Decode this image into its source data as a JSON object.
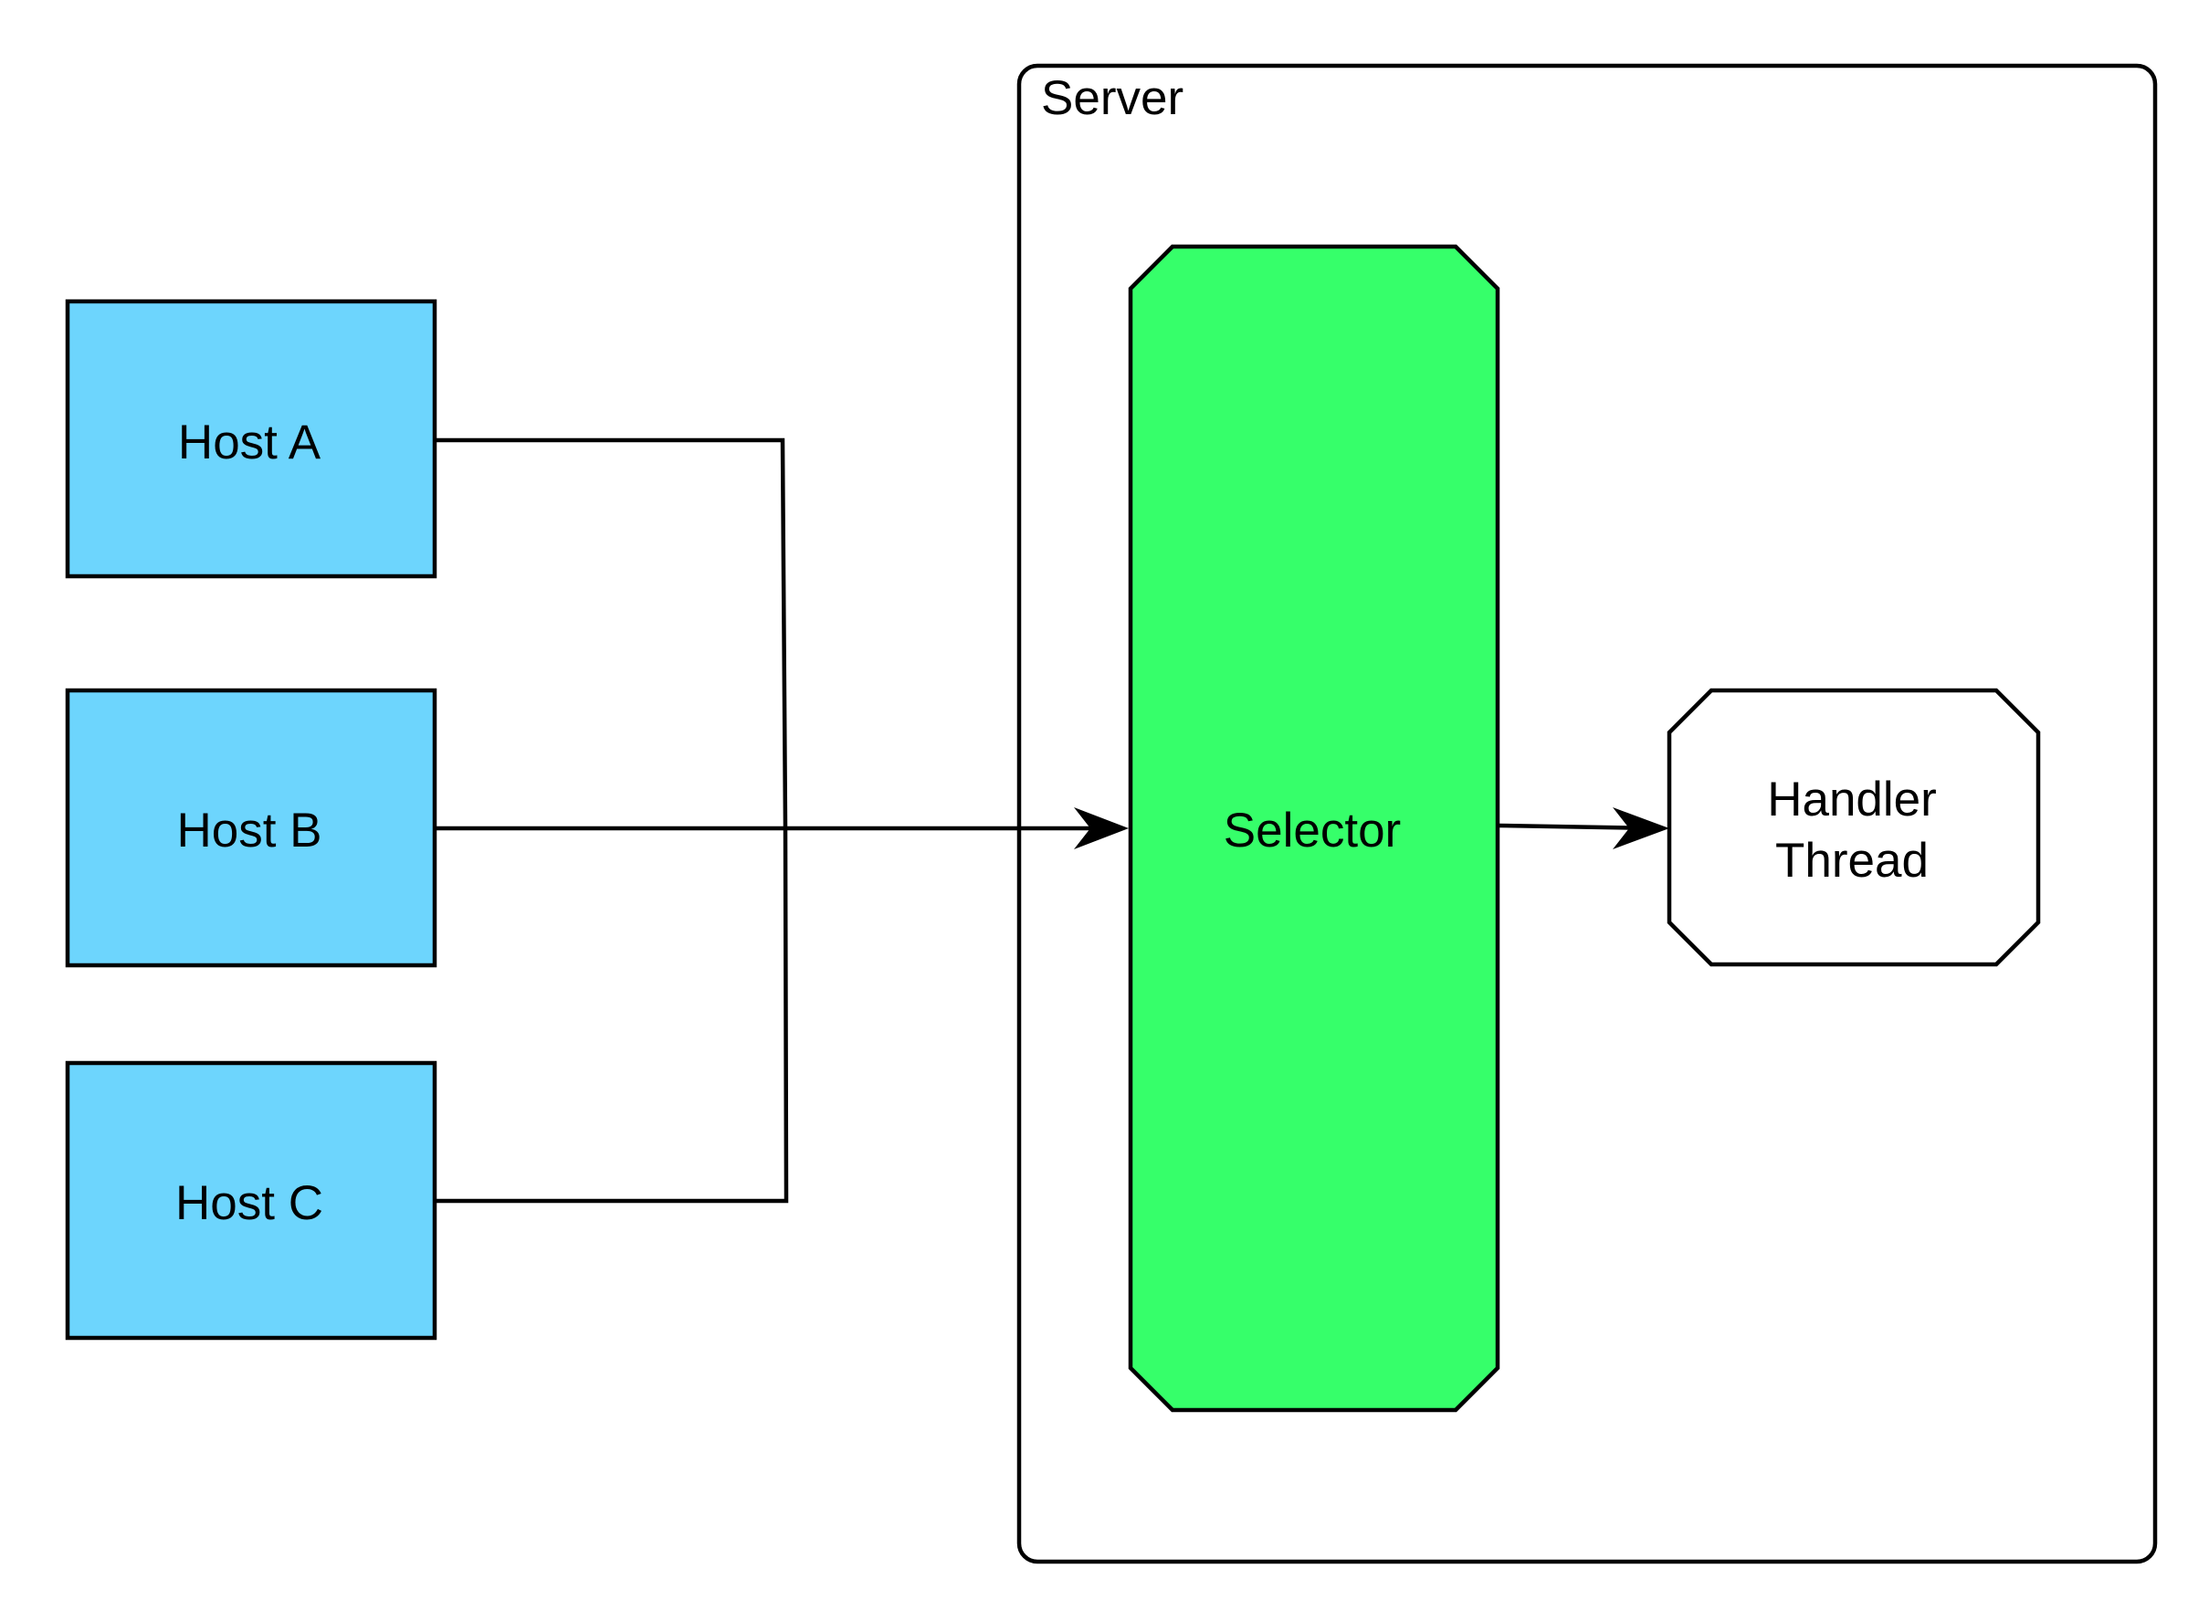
{
  "colors": {
    "host_fill": "#6dd5fd",
    "selector_fill": "#36ff6a",
    "handler_fill": "#ffffff",
    "server_fill": "#ffffff",
    "line": "#000000"
  },
  "server": {
    "label": "Server"
  },
  "hosts": [
    {
      "label": "Host A"
    },
    {
      "label": "Host B"
    },
    {
      "label": "Host C"
    }
  ],
  "selector": {
    "label": "Selector"
  },
  "handler": {
    "line1": "Handler",
    "line2": "Thread"
  }
}
